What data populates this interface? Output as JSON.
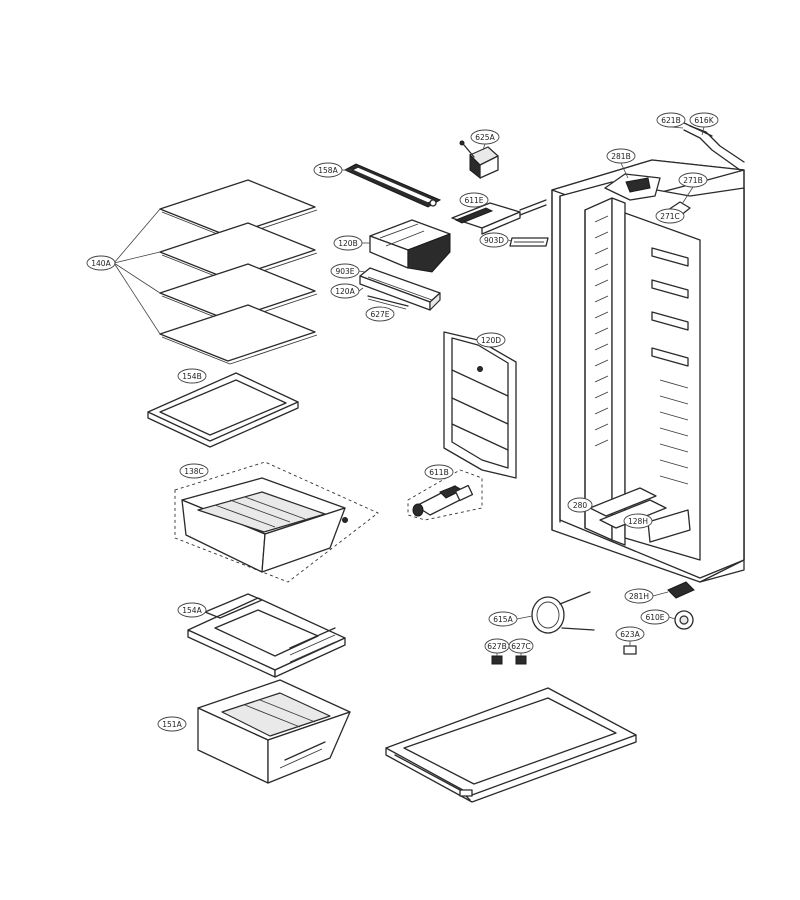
{
  "parts": [
    {
      "key": "p140A",
      "label": "140A"
    },
    {
      "key": "p154B",
      "label": "154B"
    },
    {
      "key": "p138C",
      "label": "138C"
    },
    {
      "key": "p154A",
      "label": "154A"
    },
    {
      "key": "p151A",
      "label": "151A"
    },
    {
      "key": "p158A",
      "label": "158A"
    },
    {
      "key": "p625A",
      "label": "625A"
    },
    {
      "key": "p611E",
      "label": "611E"
    },
    {
      "key": "p903D",
      "label": "903D"
    },
    {
      "key": "p120B",
      "label": "120B"
    },
    {
      "key": "p903E",
      "label": "903E"
    },
    {
      "key": "p120A",
      "label": "120A"
    },
    {
      "key": "p627E",
      "label": "627E"
    },
    {
      "key": "p120D",
      "label": "120D"
    },
    {
      "key": "p611B",
      "label": "611B"
    },
    {
      "key": "p281B",
      "label": "281B"
    },
    {
      "key": "p621B",
      "label": "621B"
    },
    {
      "key": "p616K",
      "label": "616K"
    },
    {
      "key": "p271B",
      "label": "271B"
    },
    {
      "key": "p271C",
      "label": "271C"
    },
    {
      "key": "p280",
      "label": "280"
    },
    {
      "key": "p128H",
      "label": "128H"
    },
    {
      "key": "p281H",
      "label": "281H"
    },
    {
      "key": "p610E",
      "label": "610E"
    },
    {
      "key": "p615A",
      "label": "615A"
    },
    {
      "key": "p623A",
      "label": "623A"
    },
    {
      "key": "p627B",
      "label": "627B"
    },
    {
      "key": "p627C",
      "label": "627C"
    }
  ]
}
